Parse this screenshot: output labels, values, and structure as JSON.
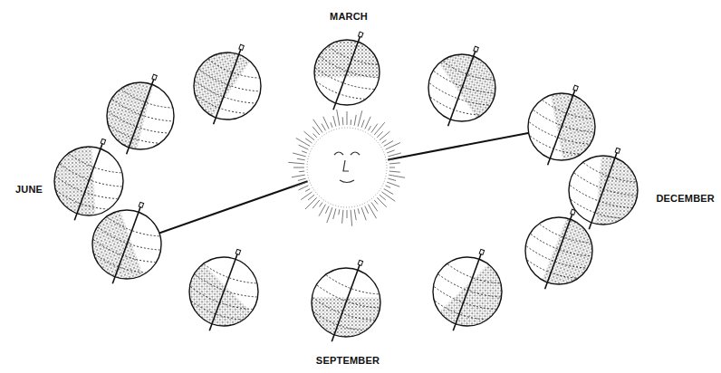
{
  "diagram": {
    "labels": [
      "MARCH",
      "JUNE",
      "DECEMBER",
      "SEPTEMBER"
    ]
  }
}
